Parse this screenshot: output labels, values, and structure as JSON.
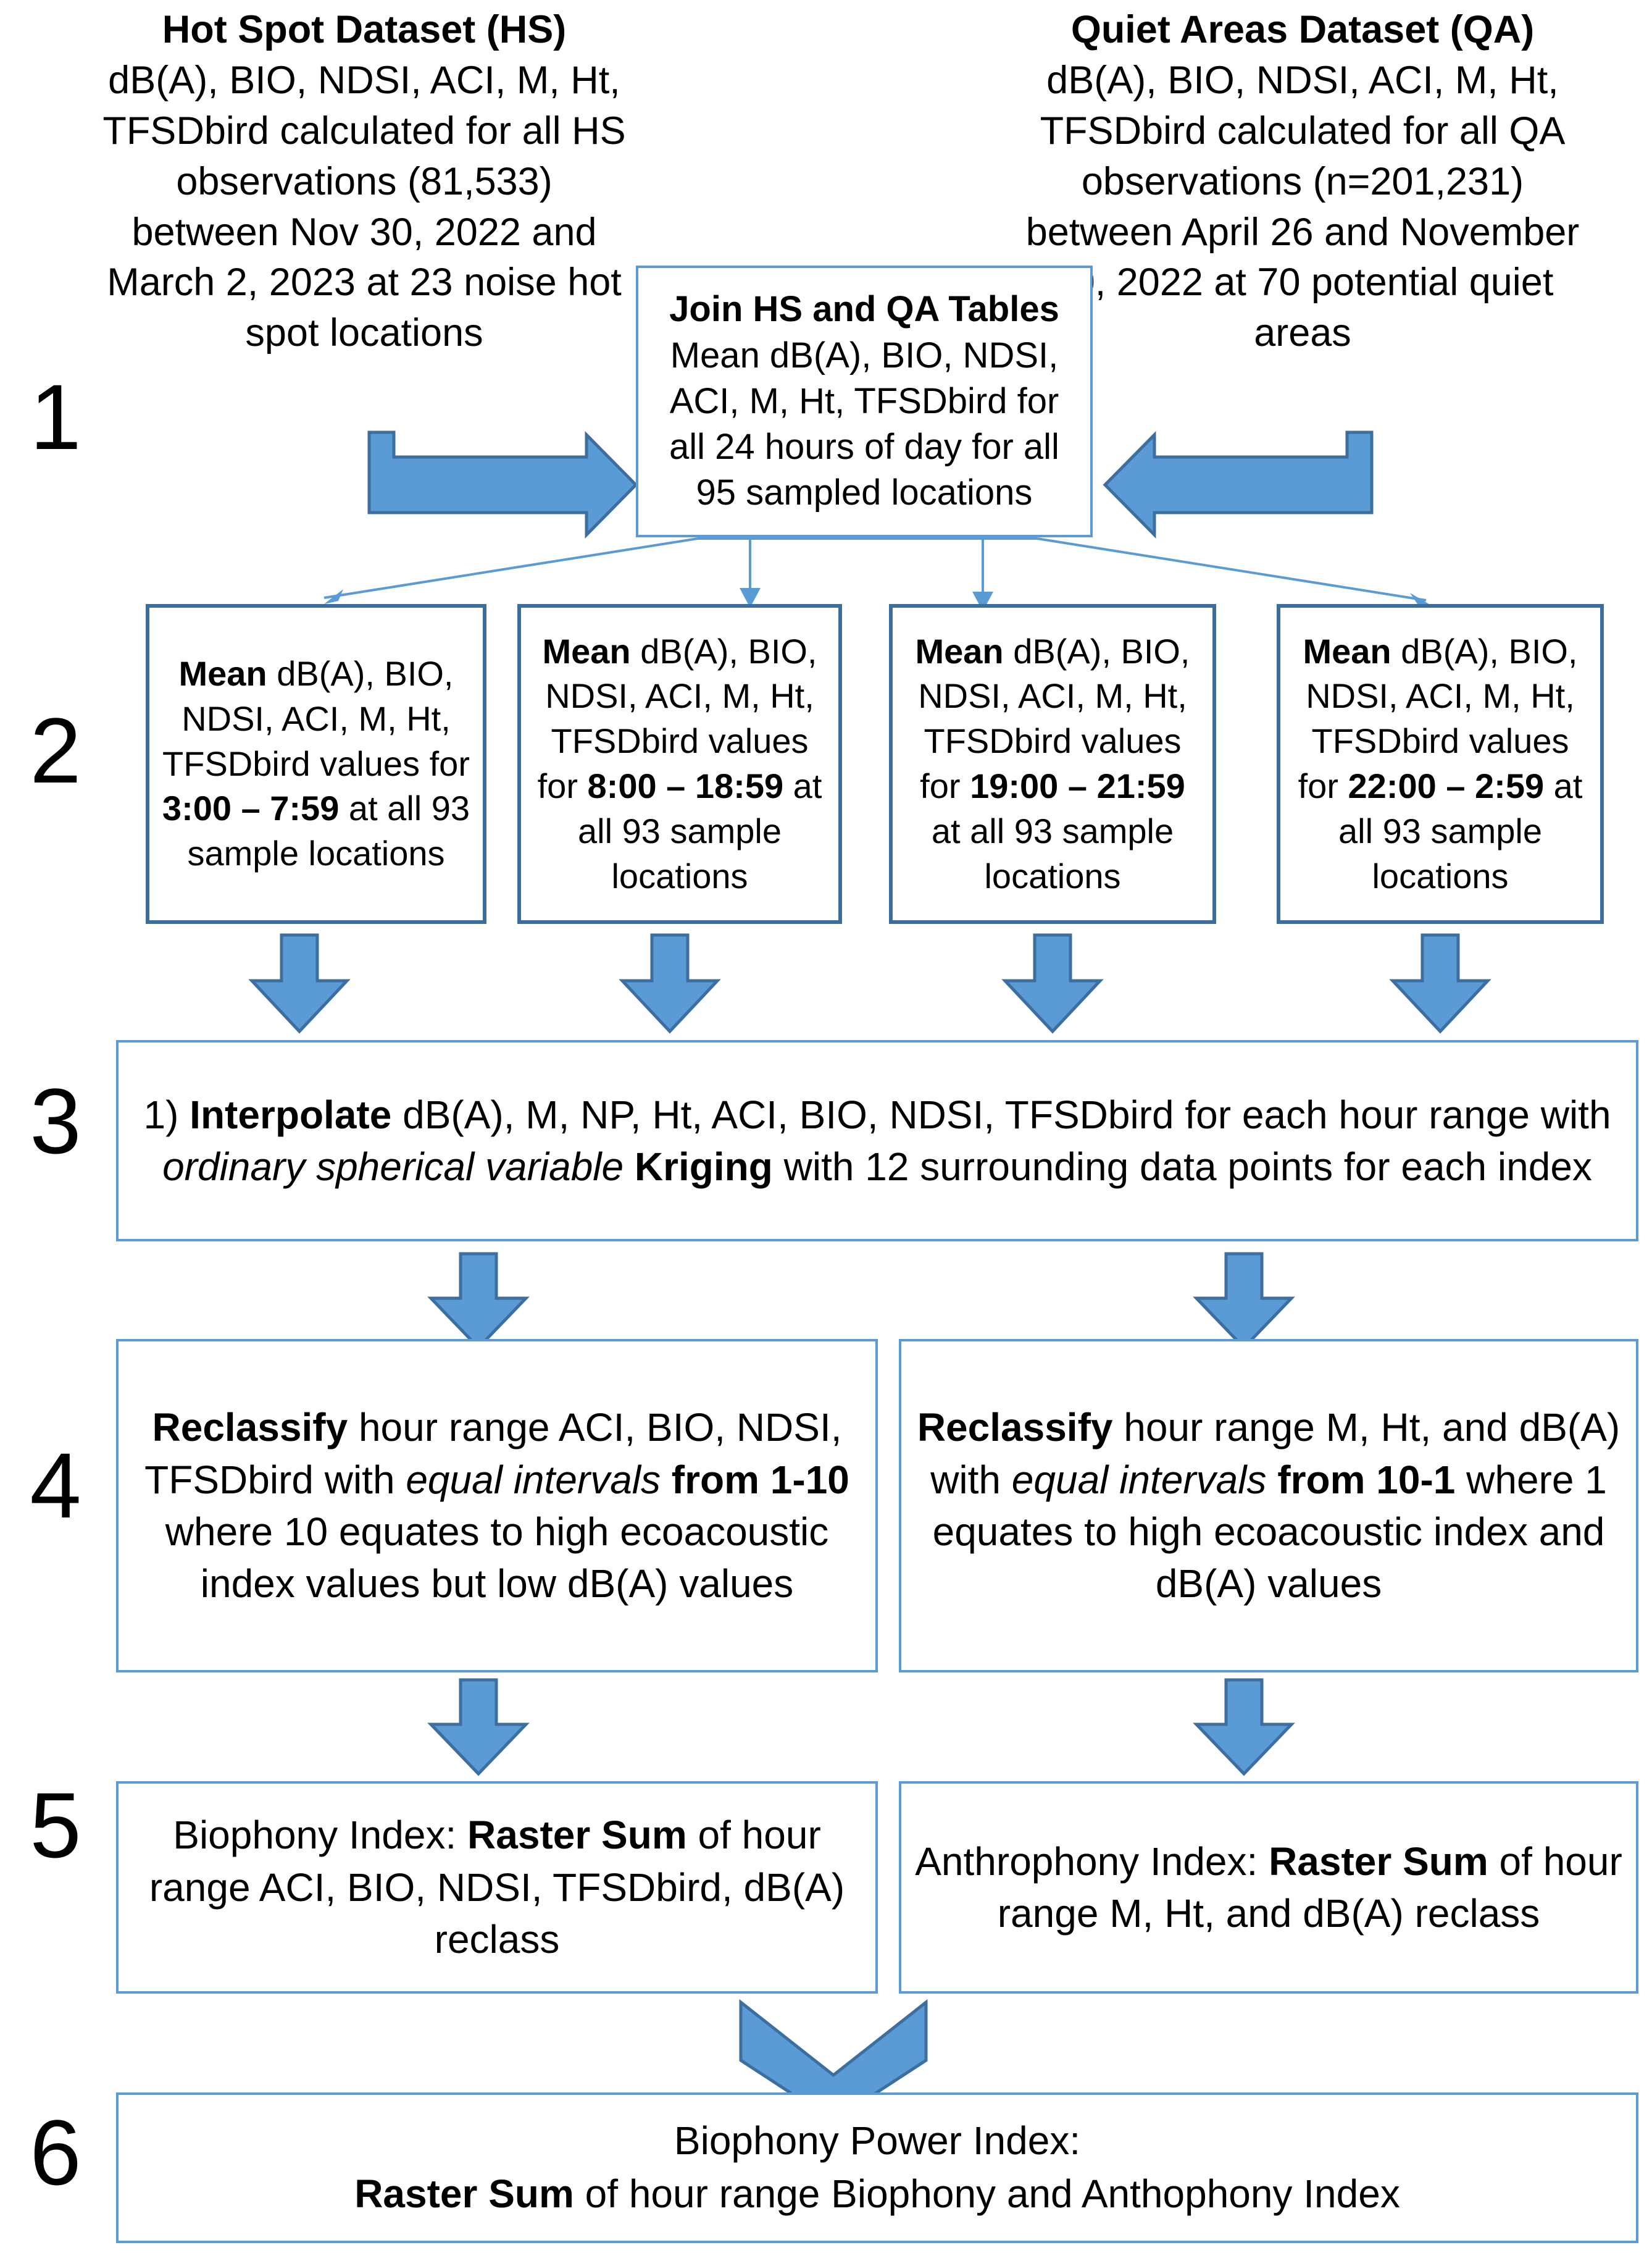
{
  "steps": [
    {
      "number": "1"
    },
    {
      "number": "2"
    },
    {
      "number": "3"
    },
    {
      "number": "4"
    },
    {
      "number": "5"
    },
    {
      "number": "6"
    }
  ],
  "colors": {
    "arrow_fill": "#5B9BD5",
    "arrow_stroke": "#3C6E9F",
    "box_border": "#5B9BD5",
    "box_border_dark": "#3B6E9E",
    "text": "#000000",
    "background": "#FFFFFF"
  },
  "step1": {
    "hot_spot": {
      "title": "Hot Spot Dataset (HS)",
      "body": "dB(A), BIO, NDSI, ACI, M, Ht, TFSDbird calculated for all HS observations (81,533) between Nov 30, 2022 and March 2, 2023 at 23 noise hot spot locations"
    },
    "quiet_areas": {
      "title": "Quiet Areas Dataset (QA)",
      "body": "dB(A), BIO, NDSI, ACI, M, Ht, TFSDbird calculated for all QA observations (n=201,231) between April 26 and November 10, 2022 at 70 potential quiet areas"
    },
    "join": {
      "title": "Join HS and QA Tables",
      "body": "Mean dB(A), BIO, NDSI, ACI, M, Ht, TFSDbird for all 24 hours of day for all 95 sampled locations"
    }
  },
  "step2": {
    "boxes": [
      {
        "lead_bold": "Mean",
        "text_before": " dB(A), BIO, NDSI, ACI, M, Ht, TFSDbird values for ",
        "range": "3:00 – 7:59",
        "text_after": " at all 93 sample locations"
      },
      {
        "lead_bold": "Mean",
        "text_before": " dB(A), BIO, NDSI, ACI, M, Ht, TFSDbird values for ",
        "range": "8:00 – 18:59",
        "text_after": " at all 93 sample locations"
      },
      {
        "lead_bold": "Mean",
        "text_before": " dB(A), BIO, NDSI, ACI, M, Ht, TFSDbird values for ",
        "range": "19:00 – 21:59",
        "text_after": " at all 93 sample locations"
      },
      {
        "lead_bold": "Mean",
        "text_before": " dB(A), BIO, NDSI, ACI, M, Ht, TFSDbird values for ",
        "range": "22:00 – 2:59",
        "text_after": " at all 93 sample locations"
      }
    ]
  },
  "step3": {
    "prefix": "1) ",
    "bold1": "Interpolate",
    "mid1": " dB(A), M, NP, Ht, ACI, BIO, NDSI, TFSDbird for each hour range with ",
    "italic1": "ordinary spherical variable",
    "mid2": " ",
    "bold2": "Kriging",
    "mid3": " with 12 surrounding data points for each index"
  },
  "step4": {
    "left": {
      "bold1": "Reclassify",
      "mid1": " hour range ACI, BIO, NDSI, TFSDbird with ",
      "italic1": "equal intervals",
      "mid2": " ",
      "bold2": "from 1-10",
      "mid3": " where 10 equates to high ecoacoustic index values but low dB(A) values"
    },
    "right": {
      "bold1": "Reclassify",
      "mid1": " hour range M, Ht, and dB(A) with ",
      "italic1": "equal intervals",
      "mid2": " ",
      "bold2": "from 10-1",
      "mid3": " where 1 equates to high ecoacoustic index and dB(A) values"
    }
  },
  "step5": {
    "left": {
      "label": "Biophony Index: ",
      "bold": "Raster Sum",
      "tail": " of hour range ACI, BIO, NDSI, TFSDbird, dB(A) reclass"
    },
    "right": {
      "label": "Anthrophony Index: ",
      "bold": "Raster Sum",
      "tail": " of hour range M, Ht, and dB(A) reclass"
    }
  },
  "step6": {
    "line1": "Biophony Power Index:",
    "bold": "Raster Sum",
    "tail": " of hour range Biophony and Anthophony Index"
  }
}
